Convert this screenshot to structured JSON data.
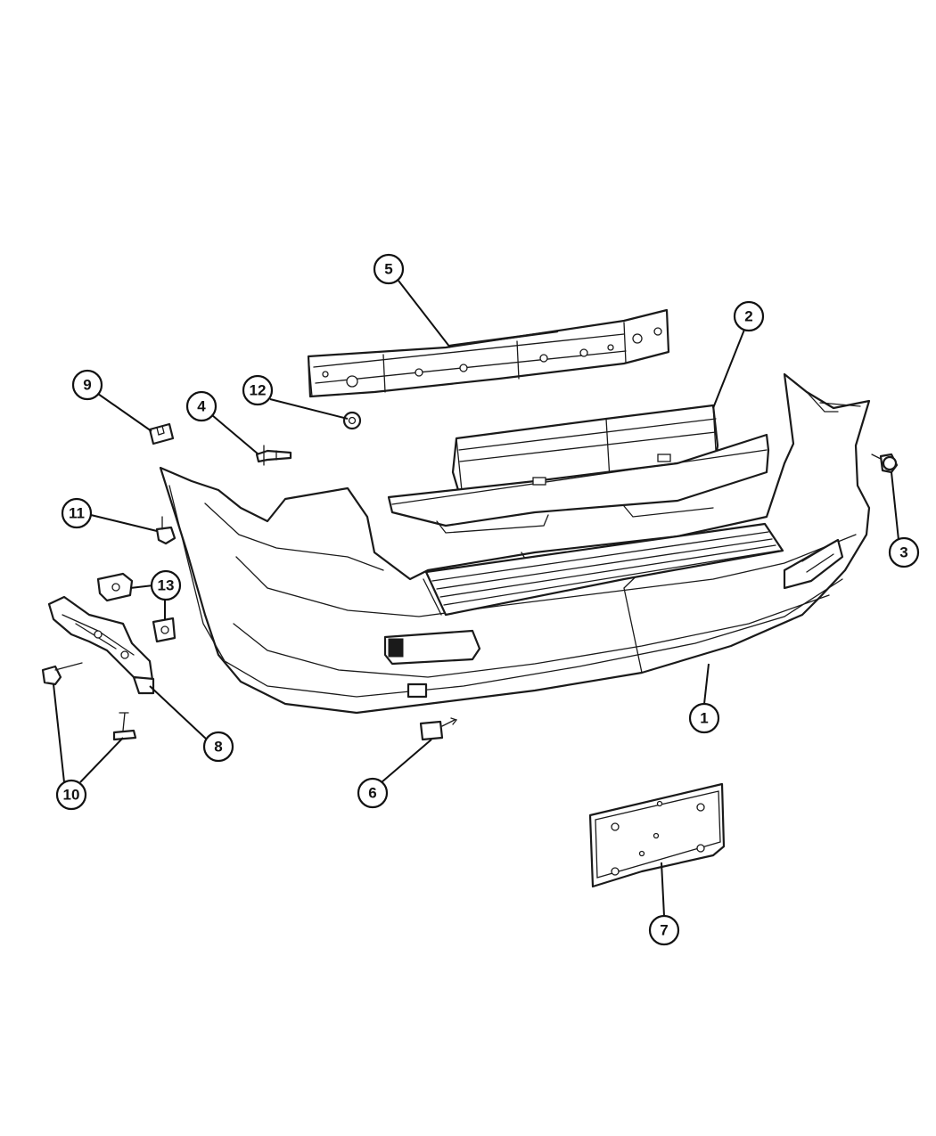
{
  "callouts": [
    {
      "id": "1",
      "label": "1"
    },
    {
      "id": "2",
      "label": "2"
    },
    {
      "id": "3",
      "label": "3"
    },
    {
      "id": "4",
      "label": "4"
    },
    {
      "id": "5",
      "label": "5"
    },
    {
      "id": "6",
      "label": "6"
    },
    {
      "id": "7",
      "label": "7"
    },
    {
      "id": "8",
      "label": "8"
    },
    {
      "id": "9",
      "label": "9"
    },
    {
      "id": "10",
      "label": "10"
    },
    {
      "id": "11",
      "label": "11"
    },
    {
      "id": "12",
      "label": "12"
    },
    {
      "id": "13",
      "label": "13"
    }
  ],
  "colors": {
    "ink": "#1a1a1a",
    "paper": "#ffffff"
  }
}
